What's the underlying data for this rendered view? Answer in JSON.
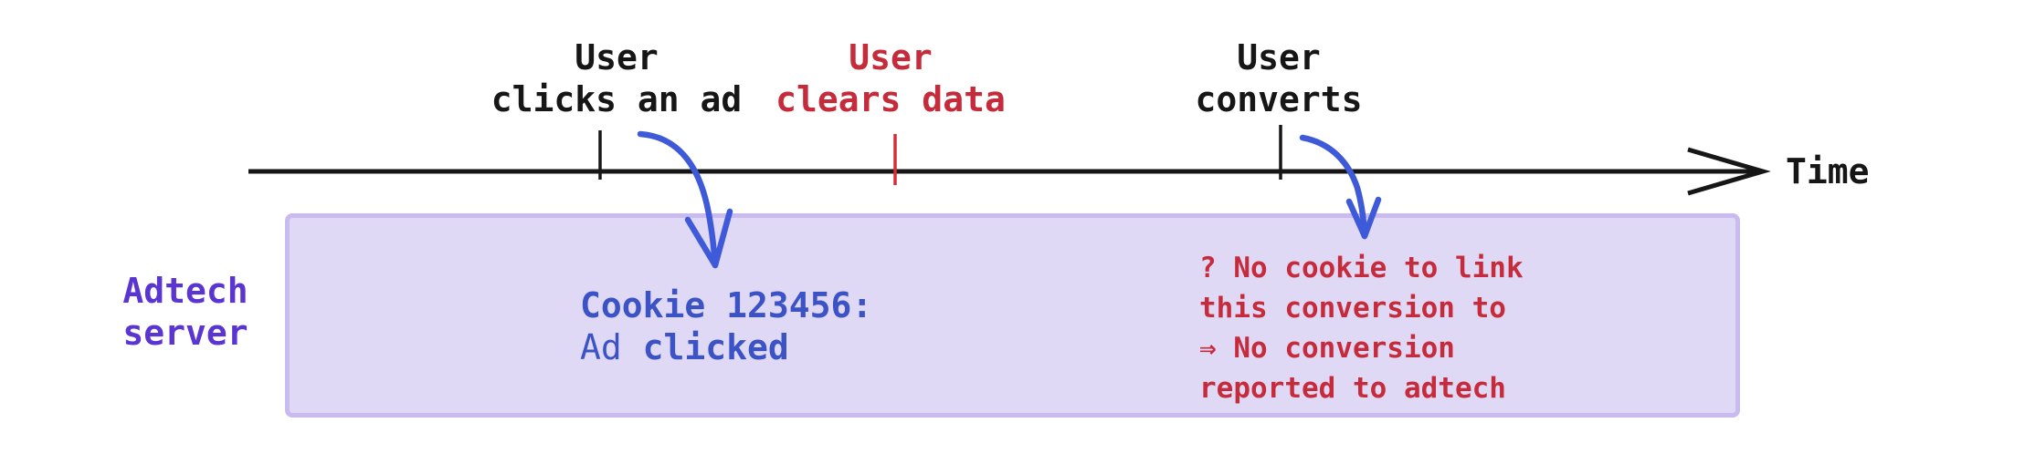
{
  "colors": {
    "ink": "#161616",
    "red_text": "#c62b3c",
    "tick_red": "#d42f38",
    "purple": "#5a35d2",
    "blue_text": "#3c53c6",
    "arrow_blue": "#3f5ad8",
    "box_fill": "#e0d9f6",
    "box_border": "#c9baef"
  },
  "timeline": {
    "axis_label": "Time",
    "events": [
      {
        "label": "User\nclicks an ad"
      },
      {
        "label": "User\nclears data"
      },
      {
        "label": "User\nconverts"
      }
    ]
  },
  "server_lane": {
    "label": "Adtech\nserver",
    "cookie_note": {
      "line1": "Cookie 123456:",
      "line2_regular": "Ad",
      "line2_bold": "clicked"
    },
    "no_cookie_note": "? No cookie to link\nthis conversion to\n⇒ No conversion\nreported to adtech"
  }
}
